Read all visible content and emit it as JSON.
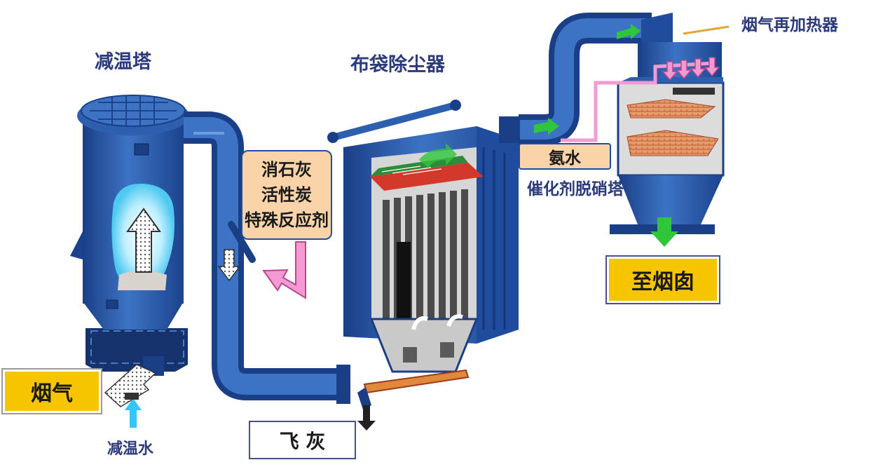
{
  "labels": {
    "cooling_tower": "减温塔",
    "bag_filter": "布袋除尘器",
    "reheater": "烟气再加热器",
    "catalyst_tower": "催化剂脱硝塔",
    "cooling_water": "减温水"
  },
  "boxes": {
    "flue_gas": "烟气",
    "fly_ash": "飞 灰",
    "chimney": "至烟囱",
    "ammonia": "氨水",
    "reagents": [
      "消石灰",
      "活性炭",
      "特殊反应剂"
    ]
  },
  "colors": {
    "equipment_blue": "#2f64b4",
    "label_text": "#2b3a7a",
    "yellow_box": "#f7c400",
    "peach_box": "#fbd3a8",
    "flow_green": "#2fc63c",
    "ammonia_pink": "#f39ad2"
  }
}
